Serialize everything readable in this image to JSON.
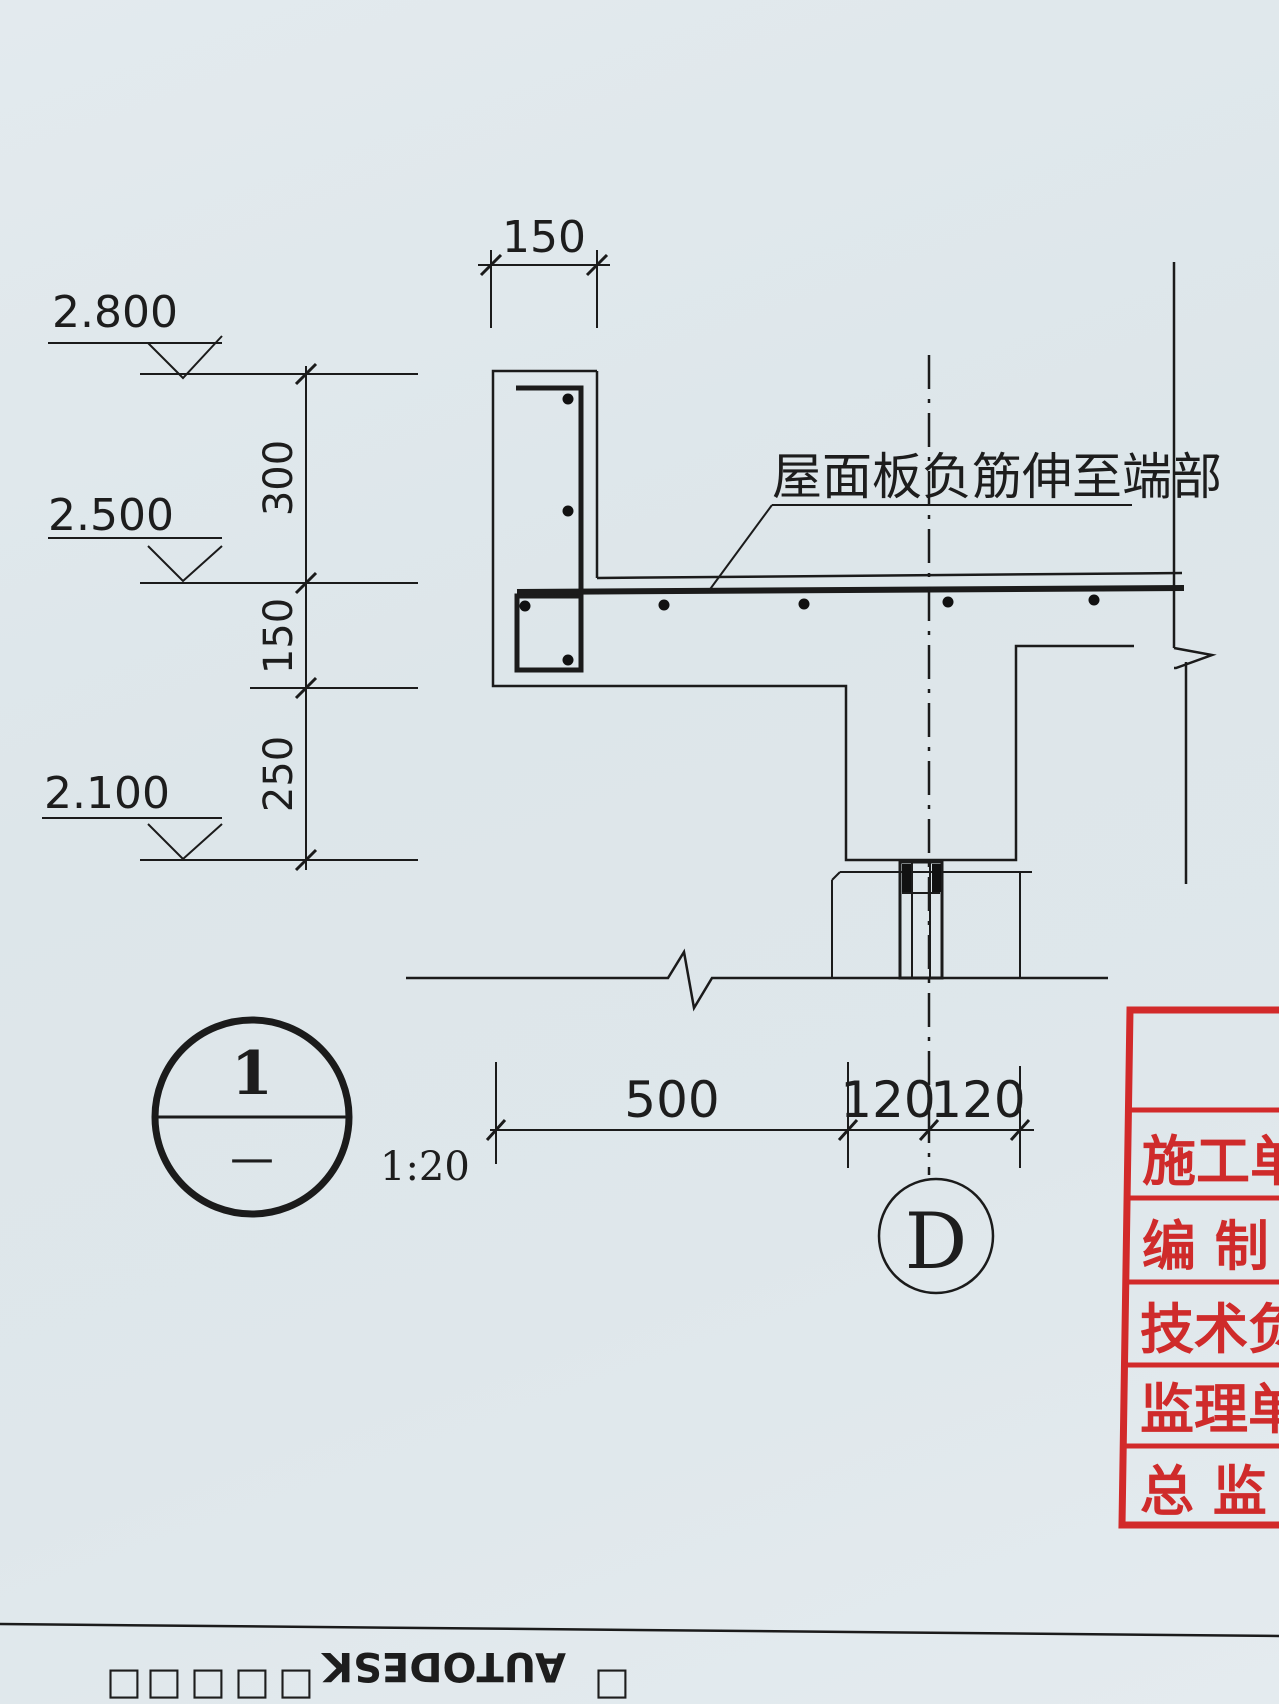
{
  "drawing": {
    "elevations": [
      "2.800",
      "2.500",
      "2.100"
    ],
    "vertical_dims": [
      "300",
      "150",
      "250"
    ],
    "top_dim": "150",
    "horizontal_dims": [
      "500",
      "120",
      "120"
    ],
    "annotation": "屋面板负筋伸至端部",
    "detail_number": "1",
    "detail_sheet": "—",
    "scale": "1:20",
    "axis_label": "D"
  },
  "stamp": {
    "rows": [
      "施工单",
      "编 制 人",
      "技术负责",
      "监理单位",
      "总  监"
    ],
    "color": "#d22a2a"
  },
  "footer": {
    "brand": "AUTODESK",
    "glyph": "□"
  }
}
